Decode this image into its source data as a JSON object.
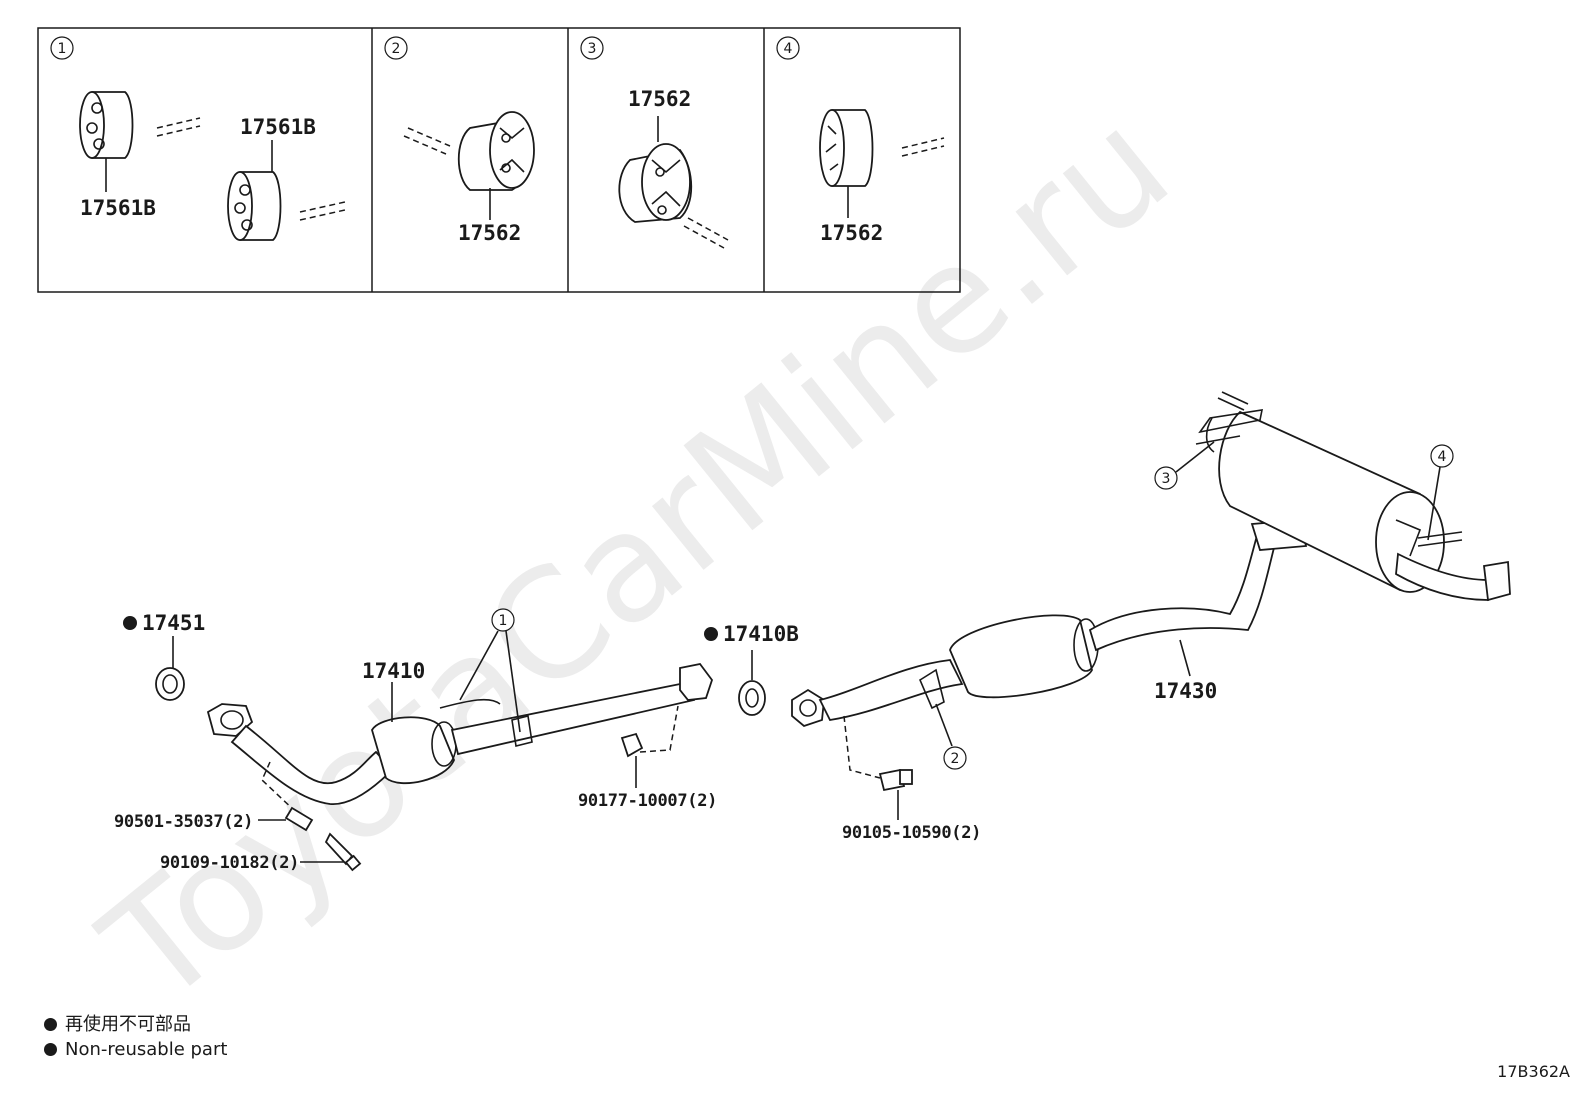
{
  "watermark": "ToyotaCarMine.ru",
  "inset_panels": [
    {
      "callout": "1",
      "labels": [
        "17561B",
        "17561B"
      ]
    },
    {
      "callout": "2",
      "labels": [
        "17562"
      ]
    },
    {
      "callout": "3",
      "labels": [
        "17562"
      ]
    },
    {
      "callout": "4",
      "labels": [
        "17562"
      ]
    }
  ],
  "parts": {
    "p17451": "17451",
    "p17410": "17410",
    "p17410B": "17410B",
    "p17430": "17430",
    "p90501": "90501-35037(2)",
    "p90109": "90109-10182(2)",
    "p90177": "90177-10007(2)",
    "p90105": "90105-10590(2)"
  },
  "callouts": {
    "c1": "1",
    "c2": "2",
    "c3": "3",
    "c4": "4"
  },
  "legend": {
    "line_ja": "再使用不可部品",
    "line_en": "Non-reusable part"
  },
  "diagram_code": "17B362A"
}
